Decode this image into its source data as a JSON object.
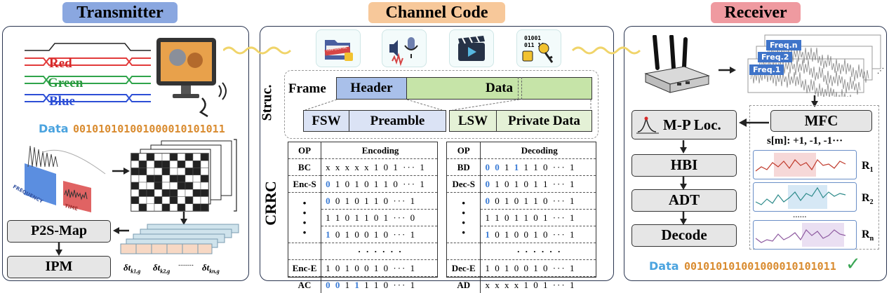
{
  "sections": {
    "transmitter": "Transmitter",
    "channel_code": "Channel Code",
    "receiver": "Receiver"
  },
  "colors": {
    "transmitter_pill": "#8aa7e0",
    "channel_pill": "#f7c89a",
    "receiver_pill": "#ef9aa0",
    "header_blue": "#a9c0ea",
    "data_green": "#c6e4a8",
    "bit_blue": "#3a7bd5"
  },
  "transmitter": {
    "signals": [
      "Red",
      "Green",
      "Blue"
    ],
    "data_label": "Data",
    "data_bits": "001010101001000010101011",
    "frequency_label": "FREQUENCY",
    "time_label": "TIME",
    "p2s": "P2S-Map",
    "ipm": "IPM",
    "delta_labels": [
      "δt",
      "δt",
      "δt"
    ],
    "delta_subs": [
      "k1,g",
      "k2,g",
      "kn,g"
    ],
    "ellipsis": "........"
  },
  "channel": {
    "icons": [
      "confidential-folder-icon",
      "audio-mic-icon",
      "video-clapper-icon",
      "binary-key-icon"
    ],
    "confidential": "CONFIDENTIAL",
    "struc_label": "Struc.",
    "frame": "Frame",
    "header": "Header",
    "data": "Data",
    "fsw": "FSW",
    "preamble": "Preamble",
    "lsw": "LSW",
    "private_data": "Private Data",
    "crrc_label": "CRRC",
    "enc": {
      "op_head": "OP",
      "col_head": "Encoding",
      "rows": [
        {
          "op": "BC",
          "bits": "x x x x x 1 0 1 ··· 1"
        },
        {
          "op": "Enc-S",
          "lead": "0",
          "bits": " 1 0 1 0 1 1 0 ··· 1"
        },
        {
          "op": "",
          "lead": "0",
          "bits": " 0 1 0 1 1 0 ··· 1"
        },
        {
          "op": "",
          "lead": "",
          "bits": "1 1 0 1 1 0 1 ··· 0"
        },
        {
          "op": "",
          "lead": "1",
          "bits": " 0 1 0 0 1 0 ··· 1"
        },
        {
          "op": "",
          "lead": "",
          "bits": "· · · · · ·"
        },
        {
          "op": "Enc-E",
          "lead": "",
          "bits": "1 0 1 0 0 1 0 ··· 1"
        },
        {
          "op": "AC",
          "lead": "0  0",
          "mid": " 1 ",
          "midb": "1",
          "bits": " 1 1 0 ··· 1"
        }
      ]
    },
    "dec": {
      "op_head": "OP",
      "col_head": "Decoding",
      "rows": [
        {
          "op": "BD",
          "lead": "0  0",
          "mid": " 1 ",
          "midb": "1",
          "bits": " 1 1 0 ··· 1"
        },
        {
          "op": "Dec-S",
          "lead": "0",
          "bits": " 1 0 1 0 1 1 ··· 1"
        },
        {
          "op": "",
          "lead": "0",
          "bits": " 0 1 0 1 1 0 ··· 1"
        },
        {
          "op": "",
          "lead": "",
          "bits": "1 1 0 1 1 0 1 ··· 1"
        },
        {
          "op": "",
          "lead": "1",
          "bits": " 0 1 0 0 1 0 ··· 1"
        },
        {
          "op": "",
          "lead": "",
          "bits": "· · · · · ·"
        },
        {
          "op": "Dec-E",
          "lead": "",
          "bits": "1 0 1 0 0 1 0 ··· 1"
        },
        {
          "op": "AD",
          "lead": "",
          "bits": "x x x x 1 0 1 ··· 1"
        }
      ]
    }
  },
  "receiver": {
    "freq_labels": [
      "Freq.n",
      "Freq.2",
      "Freq.1"
    ],
    "mfc": "MFC",
    "mp_loc": "M-P Loc.",
    "s_m": "s[m]: +1, -1, -1···",
    "hbi": "HBI",
    "adt": "ADT",
    "decode": "Decode",
    "r_labels": [
      "R",
      "R",
      "R"
    ],
    "r_subs": [
      "1",
      "2",
      "n"
    ],
    "dots": "......",
    "data_label": "Data",
    "data_bits": "001010101001000010101011",
    "check": "✓"
  }
}
